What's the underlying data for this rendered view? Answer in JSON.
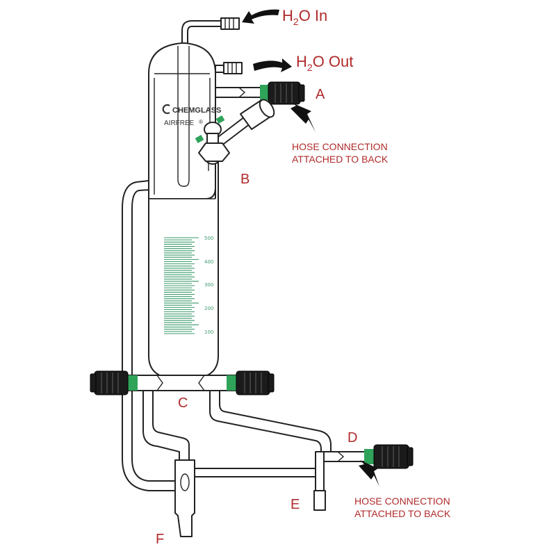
{
  "labels": {
    "h2o_in_main": "H",
    "h2o_in_sub": "2",
    "h2o_in_rest": "O  In",
    "h2o_out_main": "H",
    "h2o_out_sub": "2",
    "h2o_out_rest": "O  Out",
    "a": "A",
    "b": "B",
    "c": "C",
    "d": "D",
    "e": "E",
    "f": "F",
    "hose_top_line1": "HOSE CONNECTION",
    "hose_top_line2": "ATTACHED TO BACK",
    "hose_bottom_line1": "HOSE CONNECTION",
    "hose_bottom_line2": "ATTACHED TO BACK"
  },
  "brand": {
    "name": "CHEMGLASS",
    "sub": "AIRFREE",
    "mark": "®"
  },
  "graduations": [
    "500",
    "400",
    "300",
    "200",
    "100"
  ],
  "colors": {
    "label_red": "#b02a2a",
    "graduation_green": "#3a9a6a",
    "oring_green": "#2fa35a",
    "knob_black": "#1b1b1b"
  }
}
